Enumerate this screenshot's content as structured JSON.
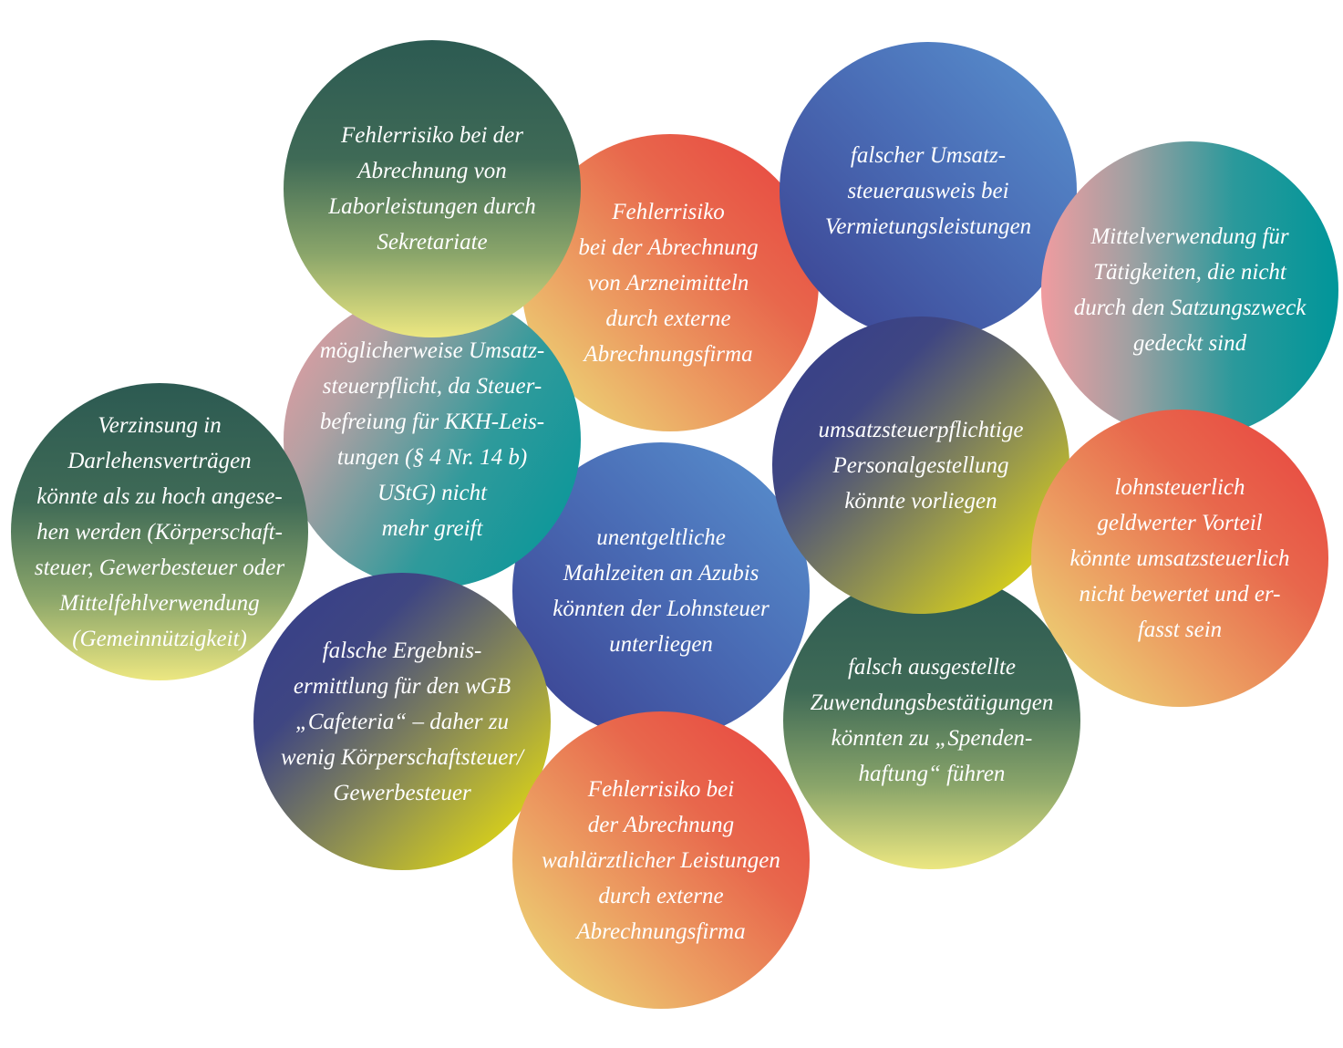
{
  "bubbles": {
    "labor": "Fehlerrisiko bei der\nAbrechnung von\nLaborleistungen durch\nSekretariate",
    "arznei": "Fehlerrisiko\nbei der Abrechnung\nvon Arzneimitteln\ndurch externe\nAbrechnungsfirma",
    "vermietung": "falscher Umsatz-\nsteuerausweis bei\nVermietungsleistungen",
    "mittelverwendung": "Mittelverwendung für\nTätigkeiten, die nicht\ndurch den Satzungszweck\ngedeckt sind",
    "kkh": "möglicherweise Umsatz-\nsteuerpflicht, da Steuer-\nbefreiung für KKH-Leis-\ntungen (§ 4 Nr. 14 b)\nUStG) nicht\nmehr greift",
    "verzinsung": "Verzinsung in\nDarlehensverträgen\nkönnte als zu hoch angese-\nhen werden (Körperschaft-\nsteuer, Gewerbesteuer oder\nMittelfehlverwendung\n(Gemeinnützigkeit)",
    "mahlzeiten": "unentgeltliche\nMahlzeiten an Azubis\nkönnten der Lohnsteuer\nunterliegen",
    "personal": "umsatzsteuerpflichtige\nPersonalgestellung\nkönnte vorliegen",
    "lohnsteuer": "lohnsteuerlich\ngeldwerter Vorteil\nkönnte umsatzsteuerlich\nnicht bewertet und er-\nfasst sein",
    "cafeteria": "falsche Ergebnis-\nermittlung für den wGB\n„Cafeteria“ – daher zu\nwenig Körperschaftsteuer/\nGewerbesteuer",
    "spenden": "falsch ausgestellte\nZuwendungsbestätigungen\nkönnten zu „Spenden-\nhaftung“ führen",
    "wahlaerztlich": "Fehlerrisiko bei\nder Abrechnung\nwahlärztlicher Leistungen\ndurch externe\nAbrechnungsfirma"
  }
}
